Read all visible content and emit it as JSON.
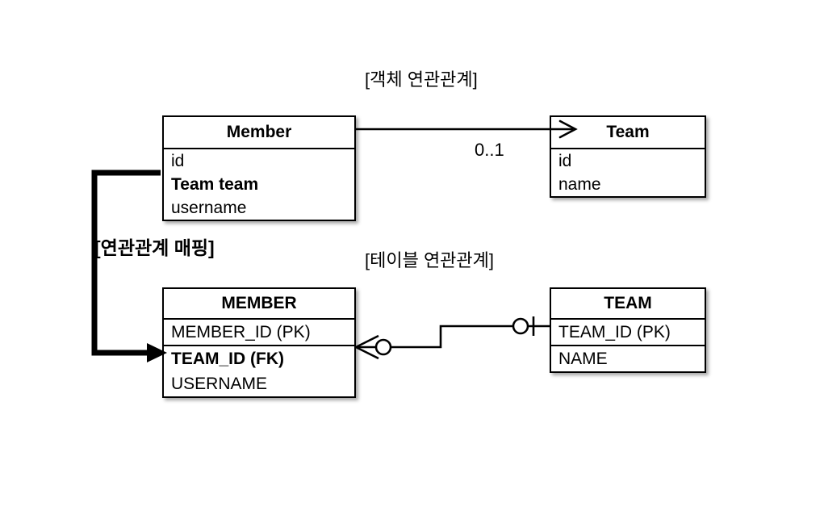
{
  "diagram": {
    "title_object_relation": "[객체 연관관계]",
    "title_table_relation": "[테이블 연관관계]",
    "title_mapping": "[연관관계 매핑]",
    "multiplicity": "0..1",
    "object_model": {
      "member": {
        "name": "Member",
        "fields": [
          {
            "label": "id",
            "bold": false
          },
          {
            "label": "Team team",
            "bold": true
          },
          {
            "label": "username",
            "bold": false
          }
        ]
      },
      "team": {
        "name": "Team",
        "fields": [
          {
            "label": "id",
            "bold": false
          },
          {
            "label": "name",
            "bold": false
          }
        ]
      }
    },
    "table_model": {
      "member": {
        "name": "MEMBER",
        "columns": [
          {
            "label": "MEMBER_ID (PK)",
            "bold": false
          },
          {
            "label": "TEAM_ID (FK)",
            "bold": true
          },
          {
            "label": "USERNAME",
            "bold": false
          }
        ]
      },
      "team": {
        "name": "TEAM",
        "columns": [
          {
            "label": "TEAM_ID (PK)",
            "bold": false
          },
          {
            "label": "NAME",
            "bold": false
          }
        ]
      }
    },
    "connectors": {
      "object_association": "member-to-team-arrow",
      "table_association": "member-to-team-crowsfoot",
      "mapping_link": "team-field-to-foreign-key-arrow"
    },
    "colors": {
      "stroke": "#000000",
      "fill": "#ffffff",
      "text": "#000000"
    }
  }
}
